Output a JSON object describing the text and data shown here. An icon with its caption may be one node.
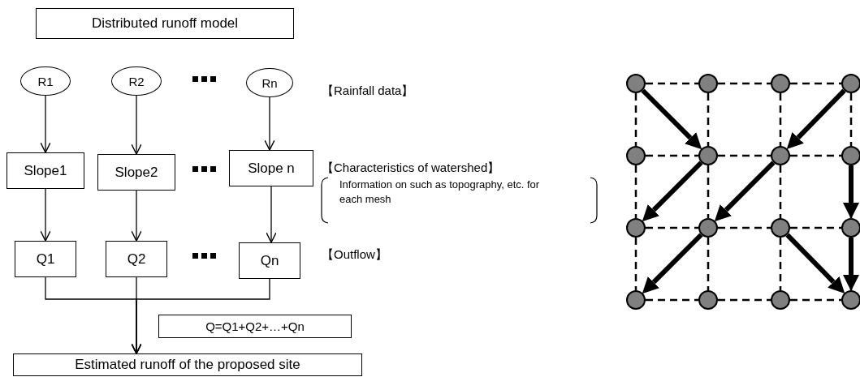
{
  "diagram": {
    "nodes": [
      {
        "text": [
          "Distributed runoff model"
        ]
      },
      {
        "text": [
          "R1"
        ]
      },
      {
        "text": [
          "R2"
        ]
      },
      {
        "text": [
          "Rn"
        ]
      },
      {
        "text": [
          "Slope1"
        ]
      },
      {
        "text": [
          "Slope2"
        ]
      },
      {
        "text": [
          "Slope n"
        ]
      },
      {
        "text": [
          "Q1"
        ]
      },
      {
        "text": [
          "Q2"
        ]
      },
      {
        "text": [
          "Qn"
        ]
      },
      {
        "text": [
          "Estimated runoff of the proposed site"
        ]
      },
      {
        "text": [
          "Q=Q1+Q2+…+Qn"
        ]
      },
      {
        "text": [],
        "shape": "circle"
      },
      {
        "text": [],
        "shape": "circle"
      },
      {
        "text": [],
        "shape": "circle"
      },
      {
        "text": [],
        "shape": "circle"
      },
      {
        "text": [],
        "shape": "circle"
      },
      {
        "text": [],
        "shape": "circle"
      },
      {
        "text": [],
        "shape": "circle"
      },
      {
        "text": [],
        "shape": "circle"
      },
      {
        "text": [],
        "shape": "circle"
      },
      {
        "text": [],
        "shape": "circle"
      },
      {
        "text": [],
        "shape": "circle"
      },
      {
        "text": [],
        "shape": "circle"
      },
      {
        "text": [],
        "shape": "circle"
      },
      {
        "text": [],
        "shape": "circle"
      },
      {
        "text": [],
        "shape": "circle"
      },
      {
        "text": [],
        "shape": "circle"
      }
    ],
    "edges": [
      {
        "from": 1,
        "to": 4,
        "arrow": "to"
      },
      {
        "from": 2,
        "to": 5,
        "arrow": "to"
      },
      {
        "from": 3,
        "to": 6,
        "arrow": "to"
      },
      {
        "from": 4,
        "to": 7,
        "arrow": "to"
      },
      {
        "from": 5,
        "to": 8,
        "arrow": "to"
      },
      {
        "from": 6,
        "to": 9,
        "arrow": "to"
      },
      {
        "from": 7,
        "to": 10,
        "arrow": "to"
      },
      {
        "from": 8,
        "to": 10,
        "arrow": "to"
      },
      {
        "from": 9,
        "to": 10,
        "arrow": "to"
      },
      {
        "from": 12,
        "to": 13,
        "arrow": "none",
        "style": "dashed"
      },
      {
        "from": 13,
        "to": 14,
        "arrow": "none",
        "style": "dashed"
      },
      {
        "from": 14,
        "to": 15,
        "arrow": "none",
        "style": "dashed"
      },
      {
        "from": 16,
        "to": 17,
        "arrow": "none",
        "style": "dashed"
      },
      {
        "from": 17,
        "to": 18,
        "arrow": "none",
        "style": "dashed"
      },
      {
        "from": 18,
        "to": 19,
        "arrow": "none",
        "style": "dashed"
      },
      {
        "from": 20,
        "to": 21,
        "arrow": "none",
        "style": "dashed"
      },
      {
        "from": 21,
        "to": 22,
        "arrow": "none",
        "style": "dashed"
      },
      {
        "from": 22,
        "to": 23,
        "arrow": "none",
        "style": "dashed"
      },
      {
        "from": 24,
        "to": 25,
        "arrow": "none",
        "style": "dashed"
      },
      {
        "from": 25,
        "to": 26,
        "arrow": "none",
        "style": "dashed"
      },
      {
        "from": 26,
        "to": 27,
        "arrow": "none",
        "style": "dashed"
      },
      {
        "from": 12,
        "to": 16,
        "arrow": "none",
        "style": "dashed"
      },
      {
        "from": 13,
        "to": 17,
        "arrow": "none",
        "style": "dashed"
      },
      {
        "from": 14,
        "to": 18,
        "arrow": "none",
        "style": "dashed"
      },
      {
        "from": 15,
        "to": 19,
        "arrow": "none",
        "style": "dashed"
      },
      {
        "from": 16,
        "to": 20,
        "arrow": "none",
        "style": "dashed"
      },
      {
        "from": 17,
        "to": 21,
        "arrow": "none",
        "style": "dashed"
      },
      {
        "from": 18,
        "to": 22,
        "arrow": "none",
        "style": "dashed"
      },
      {
        "from": 19,
        "to": 23,
        "arrow": "none",
        "style": "dashed"
      },
      {
        "from": 20,
        "to": 24,
        "arrow": "none",
        "style": "dashed"
      },
      {
        "from": 21,
        "to": 25,
        "arrow": "none",
        "style": "dashed"
      },
      {
        "from": 22,
        "to": 26,
        "arrow": "none",
        "style": "dashed"
      },
      {
        "from": 23,
        "to": 27,
        "arrow": "none",
        "style": "dashed"
      },
      {
        "from": 12,
        "to": 17,
        "arrow": "to",
        "style": "thick"
      },
      {
        "from": 15,
        "to": 18,
        "arrow": "to",
        "style": "thick"
      },
      {
        "from": 17,
        "to": 20,
        "arrow": "to",
        "style": "thick"
      },
      {
        "from": 18,
        "to": 21,
        "arrow": "to",
        "style": "thick"
      },
      {
        "from": 19,
        "to": 23,
        "arrow": "to",
        "style": "thick"
      },
      {
        "from": 21,
        "to": 24,
        "arrow": "to",
        "style": "thick"
      },
      {
        "from": 22,
        "to": 27,
        "arrow": "to",
        "style": "thick"
      },
      {
        "from": 23,
        "to": 27,
        "arrow": "to",
        "style": "thick"
      }
    ],
    "labels": [
      "【Rainfall data】",
      "【Characteristics of watershed】",
      "Information on such as topography, etc. for each mesh",
      "【Outflow】"
    ]
  }
}
